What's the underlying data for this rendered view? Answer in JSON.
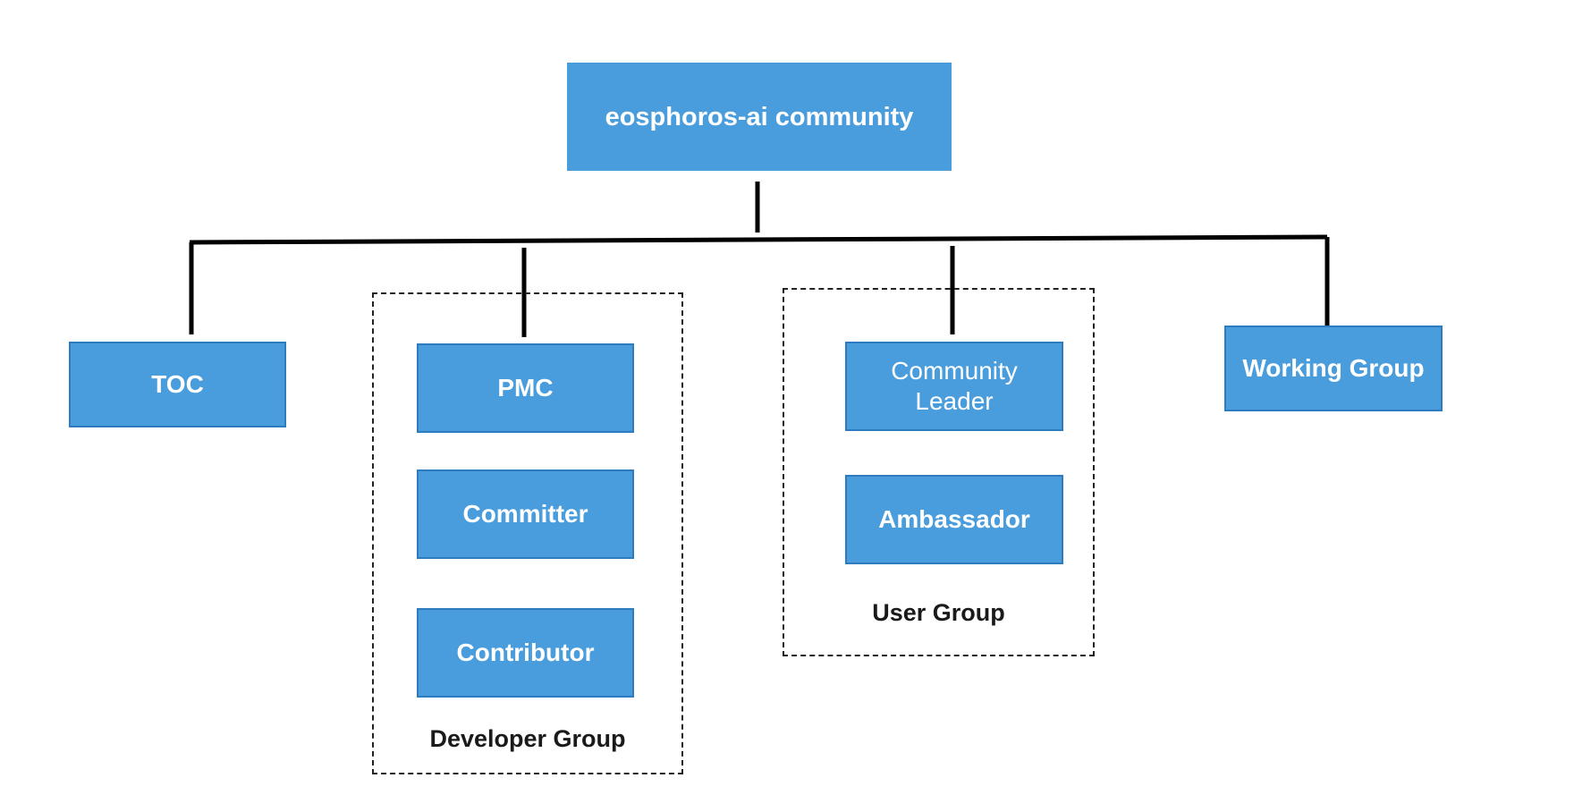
{
  "diagram": {
    "root": {
      "label": "eosphoros-ai community"
    },
    "toc": {
      "label": "TOC"
    },
    "developer_group": {
      "label": "Developer Group",
      "members": {
        "pmc": "PMC",
        "committer": "Committer",
        "contributor": "Contributor"
      }
    },
    "user_group": {
      "label": "User Group",
      "members": {
        "community_leader": "Community Leader",
        "ambassador": "Ambassador"
      }
    },
    "working_group": {
      "label": "Working Group"
    }
  },
  "colors": {
    "node_fill": "#4a9ddd",
    "node_border": "#2f7bbf",
    "node_text": "#ffffff",
    "connector": "#000000",
    "group_border": "#222222"
  }
}
